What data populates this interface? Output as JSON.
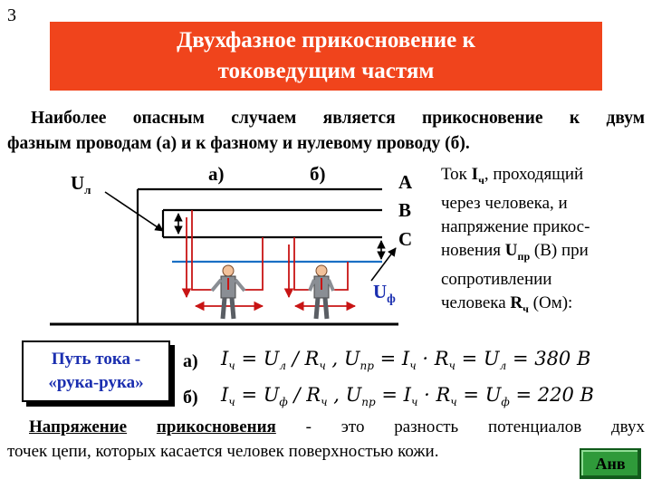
{
  "slide_number": "3",
  "title": {
    "line1": "Двухфазное прикосновение к",
    "line2": "токоведущим частям"
  },
  "intro": {
    "line1": "Наиболее опасным случаем является прикосновение к двум",
    "line2": "фазным проводам (а) и к фазному и нулевому проводу (б)."
  },
  "diagram": {
    "label_a": "а)",
    "label_b": "б)",
    "phase_A": "A",
    "phase_B": "B",
    "phase_C": "C",
    "ul_main": "U",
    "ul_sub": "л",
    "uf_main": "U",
    "uf_sub": "ф",
    "colors": {
      "wire": "#000000",
      "neutral": "#1a6fc4",
      "touch": "#c81414",
      "arrow": "#c81414"
    }
  },
  "side_text": {
    "line1_pre": "Ток ",
    "line1_sym": "I",
    "line1_sub": "ч",
    "line1_post": ", проходящий",
    "line2": "через человека, и",
    "line3": "напряжение прикос-",
    "line4_pre": "новения ",
    "line4_sym": "U",
    "line4_sub": "пр",
    "line4_post": " (В) при",
    "line5": "сопротивлении",
    "line6_pre": "человека ",
    "line6_sym": "R",
    "line6_sub": "ч",
    "line6_post": " (Ом):"
  },
  "path_box": {
    "line1": "Путь тока -",
    "line2": "«рука-рука»"
  },
  "formula_a": {
    "tag": "а)",
    "i": "I",
    "i_sub": "ч",
    "eq1": " = ",
    "u": "U",
    "u_sub": "л",
    "div": " / ",
    "r": "R",
    "r_sub": "ч",
    "comma": " ,  ",
    "u2": "U",
    "u2_sub": "пр",
    "eq2": " = ",
    "i2": "I",
    "i2_sub": "ч",
    "dot": " · ",
    "r2": "R",
    "r2_sub": "ч",
    "eq3": " = ",
    "u3": "U",
    "u3_sub": "л",
    "result": " = 380 B"
  },
  "formula_b": {
    "tag": "б)",
    "i": "I",
    "i_sub": "ч",
    "eq1": " = ",
    "u": "U",
    "u_sub": "ф",
    "div": " / ",
    "r": "R",
    "r_sub": "ч",
    "comma": " ,  ",
    "u2": "U",
    "u2_sub": "пр",
    "eq2": " = ",
    "i2": "I",
    "i2_sub": "ч",
    "dot": " · ",
    "r2": "R",
    "r2_sub": "ч",
    "eq3": " = ",
    "u3": "U",
    "u3_sub": "ф",
    "result": " = 220 B"
  },
  "definition": {
    "term1": "Напряжение",
    "term2": "прикосновения",
    "line1_rest": " - это разность потенциалов двух",
    "line2": "точек цепи, которых касается человек поверхностью кожи."
  },
  "nav_button": "Анв"
}
